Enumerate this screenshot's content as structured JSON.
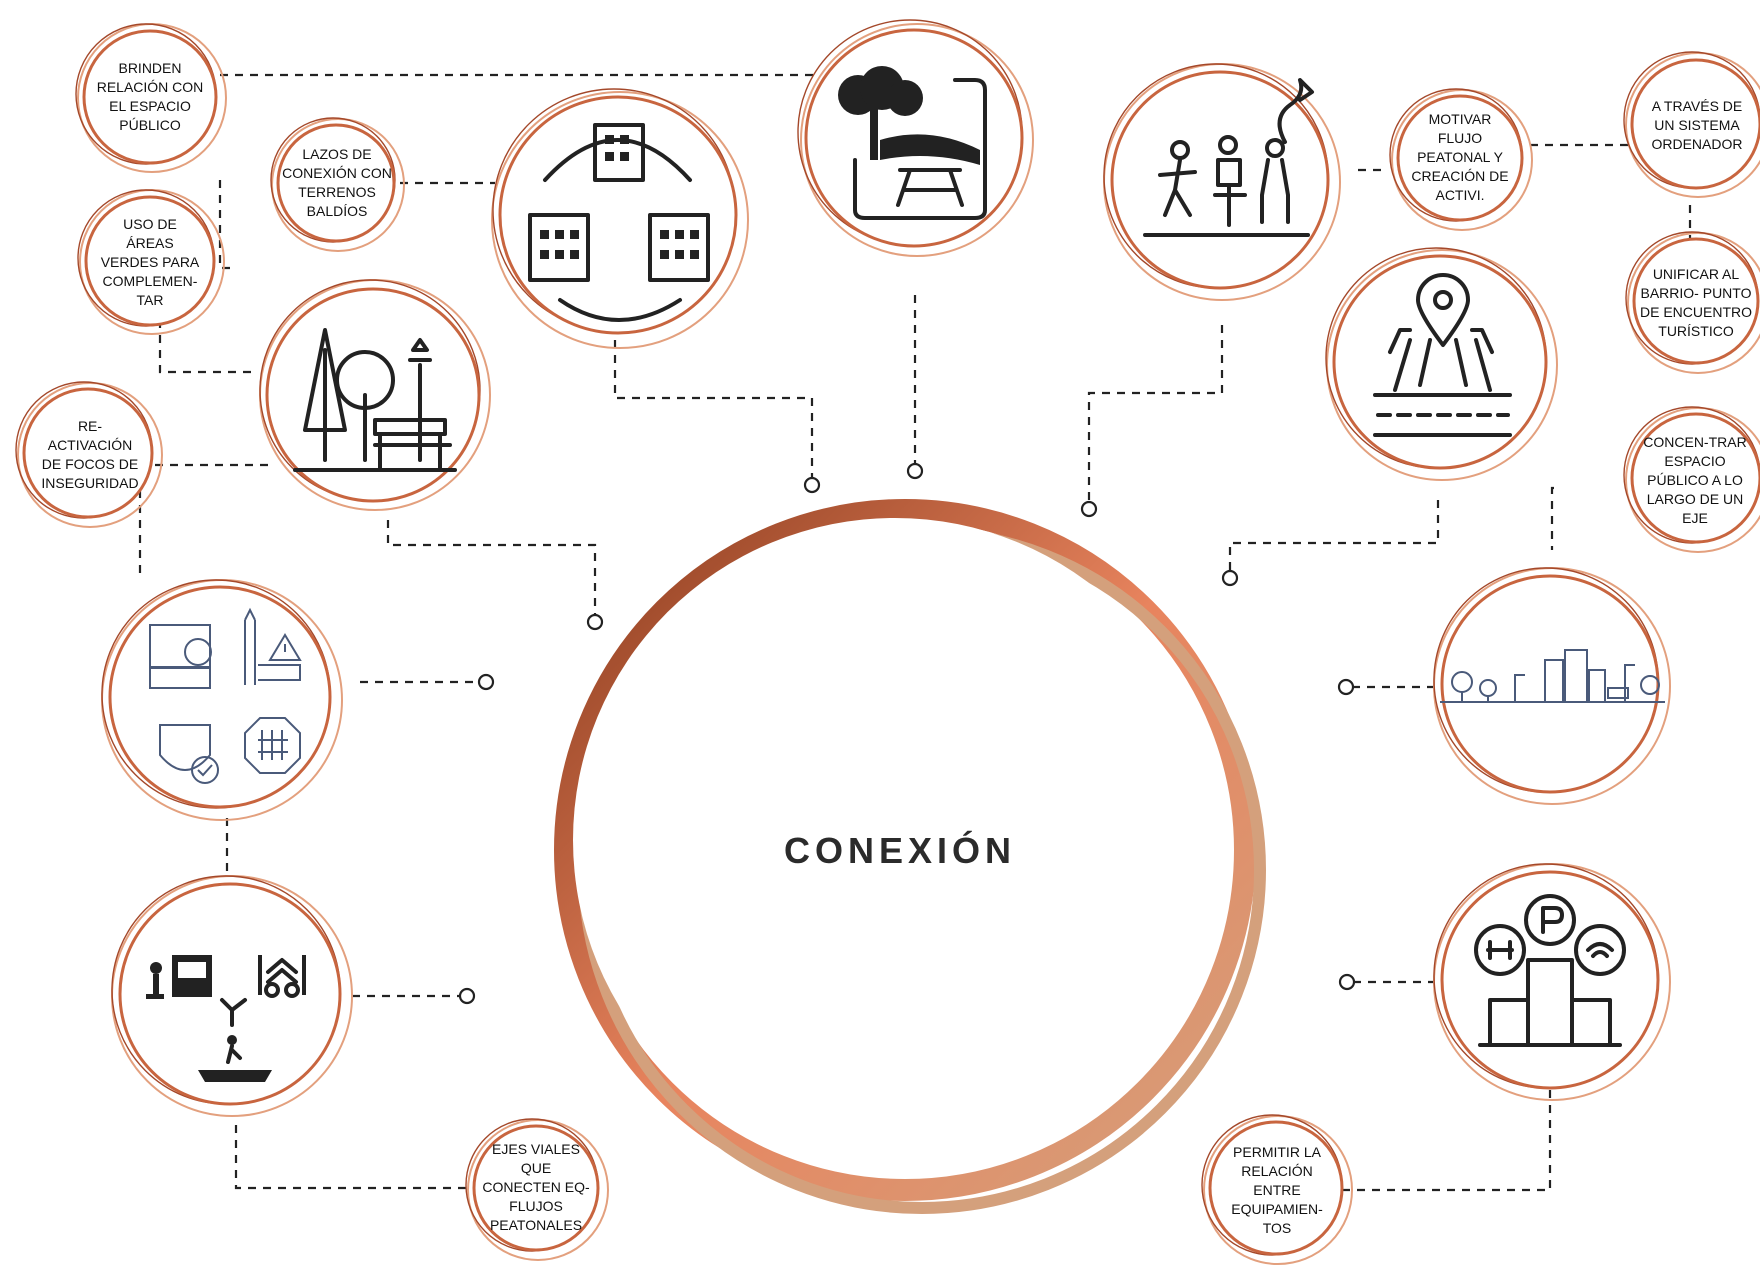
{
  "center": {
    "title": "CONEXIÓN"
  },
  "colors": {
    "ring_dark": "#a4482a",
    "ring_mid": "#e0805a",
    "ring_light": "#d4a07c",
    "line": "#222222"
  },
  "nodes": [
    {
      "id": "brinden",
      "text": "BRINDEN RELACIÓN CON EL ESPACIO PÚBLICO"
    },
    {
      "id": "lazos",
      "text": "LAZOS DE CONEXIÓN CON TERRENOS BALDÍOS"
    },
    {
      "id": "uso",
      "text": "USO DE ÁREAS VERDES PARA COMPLEMEN-TAR"
    },
    {
      "id": "reactivacion",
      "text": "RE-ACTIVACIÓN DE FOCOS DE INSEGURIDAD"
    },
    {
      "id": "motivar",
      "text": "MOTIVAR FLUJO PEATONAL Y CREACIÓN DE ACTIVI."
    },
    {
      "id": "atraves",
      "text": "A TRAVÉS DE UN SISTEMA ORDENADOR"
    },
    {
      "id": "unificar",
      "text": "UNIFICAR AL BARRIO- PUNTO DE ENCUENTRO TURÍSTICO"
    },
    {
      "id": "concentrar",
      "text": "CONCEN-TRAR ESPACIO PÚBLICO A LO LARGO DE UN EJE"
    },
    {
      "id": "ejes",
      "text": "EJES VIALES QUE CONECTEN EQ-FLUJOS PEATONALES"
    },
    {
      "id": "permitir",
      "text": "PERMITIR LA RELACIÓN ENTRE EQUIPAMIEN-TOS"
    }
  ],
  "icons": [
    "buildings-network-icon",
    "picnic-park-icon",
    "park-bench-trees-icon",
    "security-icons-group",
    "transit-modes-icon",
    "pedestrian-cyclist-icon",
    "road-location-icon",
    "city-skyline-icon",
    "services-building-icon"
  ]
}
